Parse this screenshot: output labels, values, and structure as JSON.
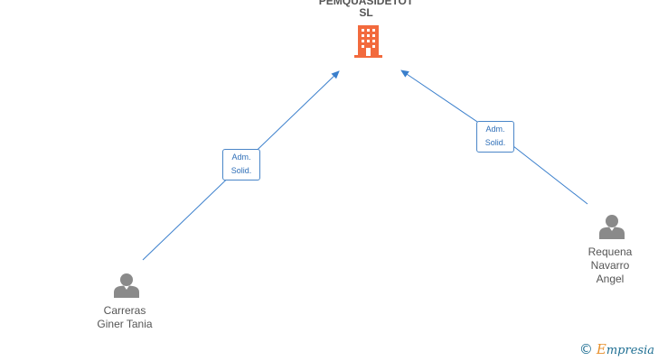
{
  "company": {
    "name_line1": "PEMQUASIDETOT",
    "name_line2": "SL",
    "icon": "building-icon",
    "color": "#f26a3d"
  },
  "persons": [
    {
      "line1": "Carreras",
      "line2": "Giner Tania",
      "line3": "",
      "icon": "person-icon"
    },
    {
      "line1": "Requena",
      "line2": "Navarro",
      "line3": "Angel",
      "icon": "person-icon"
    }
  ],
  "relations": [
    {
      "line1": "Adm.",
      "line2": "Solid."
    },
    {
      "line1": "Adm.",
      "line2": "Solid."
    }
  ],
  "colors": {
    "edge": "#3a7fcc",
    "person": "#8a8a8a",
    "text": "#555555"
  },
  "watermark": {
    "copyright": "©",
    "brand_first": "E",
    "brand_rest": "mpresia"
  }
}
